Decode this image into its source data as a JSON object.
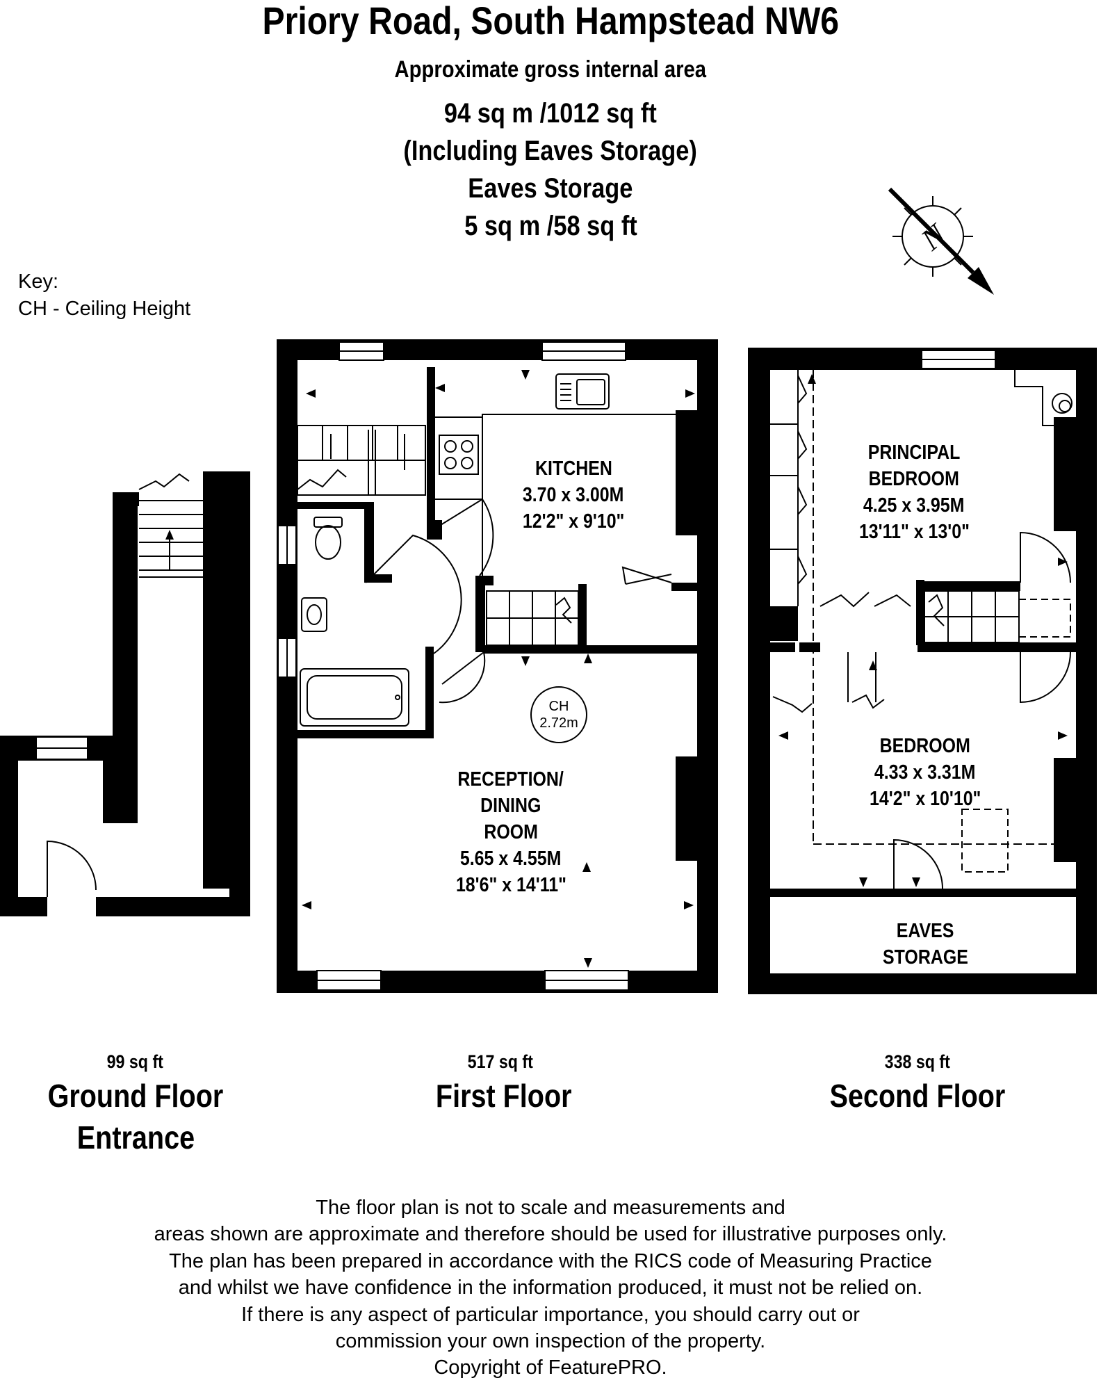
{
  "header": {
    "title": "Priory Road, South Hampstead NW6",
    "subtitle": "Approximate gross internal area",
    "total_area": "94 sq m /1012 sq ft",
    "total_note": "(Including Eaves Storage)",
    "eaves_heading": "Eaves Storage",
    "eaves_area": "5 sq m /58 sq ft"
  },
  "key": {
    "heading": "Key:",
    "ch": "CH - Ceiling Height"
  },
  "compass": {
    "letter": "N",
    "icon": "north-arrow-icon"
  },
  "rooms": {
    "kitchen": {
      "name": "KITCHEN",
      "metric": "3.70 x 3.00M",
      "imperial": "12'2\" x 9'10\""
    },
    "reception": {
      "name_1": "RECEPTION/",
      "name_2": "DINING",
      "name_3": "ROOM",
      "metric": "5.65 x 4.55M",
      "imperial": "18'6\" x 14'11\""
    },
    "principal_bedroom": {
      "name_1": "PRINCIPAL",
      "name_2": "BEDROOM",
      "metric": "4.25 x 3.95M",
      "imperial": "13'11\" x 13'0\""
    },
    "bedroom": {
      "name": "BEDROOM",
      "metric": "4.33 x 3.31M",
      "imperial": "14'2\" x 10'10\""
    },
    "eaves": {
      "name_1": "EAVES",
      "name_2": "STORAGE"
    }
  },
  "ceiling_height": {
    "label": "CH",
    "value": "2.72m"
  },
  "floors": {
    "ground": {
      "area": "99 sq ft",
      "name_1": "Ground Floor",
      "name_2": "Entrance"
    },
    "first": {
      "area": "517 sq ft",
      "name": "First Floor"
    },
    "second": {
      "area": "338 sq ft",
      "name": "Second Floor"
    }
  },
  "disclaimer": [
    "The floor plan is not to scale and measurements and",
    "areas shown are approximate and therefore should be used for illustrative purposes only.",
    "The plan has been prepared in accordance with the RICS code of Measuring Practice",
    "and whilst we have confidence in the information produced, it must not be relied on.",
    "If there is any aspect of particular importance, you should carry out or",
    "commission your own inspection of the property.",
    "Copyright of FeaturePRO."
  ],
  "colors": {
    "wall": "#000000",
    "background": "#ffffff"
  }
}
